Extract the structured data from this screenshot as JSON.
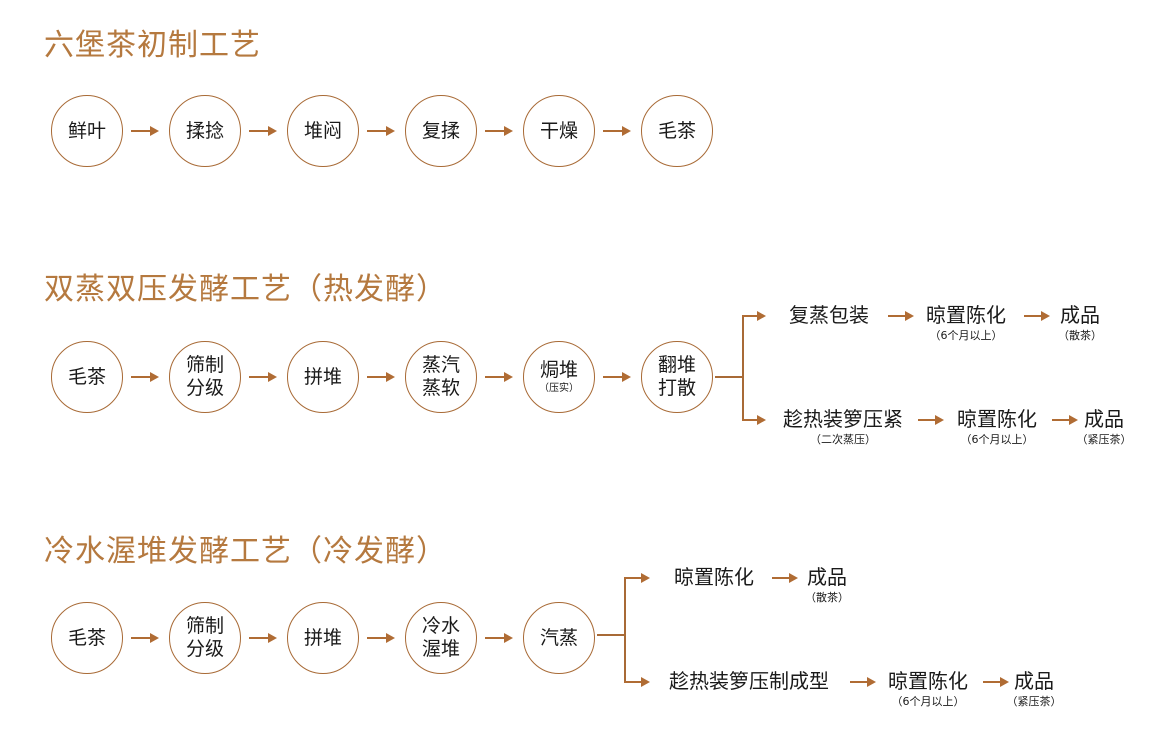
{
  "sections": [
    {
      "title": "六堡茶初制工艺",
      "steps": [
        {
          "label": "鲜叶"
        },
        {
          "label": "揉捻"
        },
        {
          "label": "堆闷"
        },
        {
          "label": "复揉"
        },
        {
          "label": "干燥"
        },
        {
          "label": "毛茶"
        }
      ]
    },
    {
      "title": "双蒸双压发酵工艺（热发酵）",
      "steps": [
        {
          "label": "毛茶"
        },
        {
          "label": "筛制分级"
        },
        {
          "label": "拼堆"
        },
        {
          "label": "蒸汽蒸软"
        },
        {
          "label": "焗堆",
          "note": "（压实）"
        },
        {
          "label": "翻堆打散"
        }
      ],
      "branches": [
        {
          "nodes": [
            {
              "label": "复蒸包装"
            },
            {
              "label": "晾置陈化",
              "note": "（6个月以上）"
            },
            {
              "label": "成品",
              "note": "（散茶）"
            }
          ]
        },
        {
          "nodes": [
            {
              "label": "趁热装箩压紧",
              "note": "（二次蒸压）"
            },
            {
              "label": "晾置陈化",
              "note": "（6个月以上）"
            },
            {
              "label": "成品",
              "note": "（紧压茶）"
            }
          ]
        }
      ]
    },
    {
      "title": "冷水渥堆发酵工艺（冷发酵）",
      "steps": [
        {
          "label": "毛茶"
        },
        {
          "label": "筛制分级"
        },
        {
          "label": "拼堆"
        },
        {
          "label": "冷水渥堆"
        },
        {
          "label": "汽蒸"
        }
      ],
      "branches": [
        {
          "nodes": [
            {
              "label": "晾置陈化"
            },
            {
              "label": "成品",
              "note": "（散茶）"
            }
          ]
        },
        {
          "nodes": [
            {
              "label": "趁热装箩压制成型"
            },
            {
              "label": "晾置陈化",
              "note": "（6个月以上）"
            },
            {
              "label": "成品",
              "note": "（紧压茶）"
            }
          ]
        }
      ]
    }
  ],
  "colors": {
    "title": "#b5793f",
    "line": "#a86a36",
    "text": "#1a1a1a"
  }
}
